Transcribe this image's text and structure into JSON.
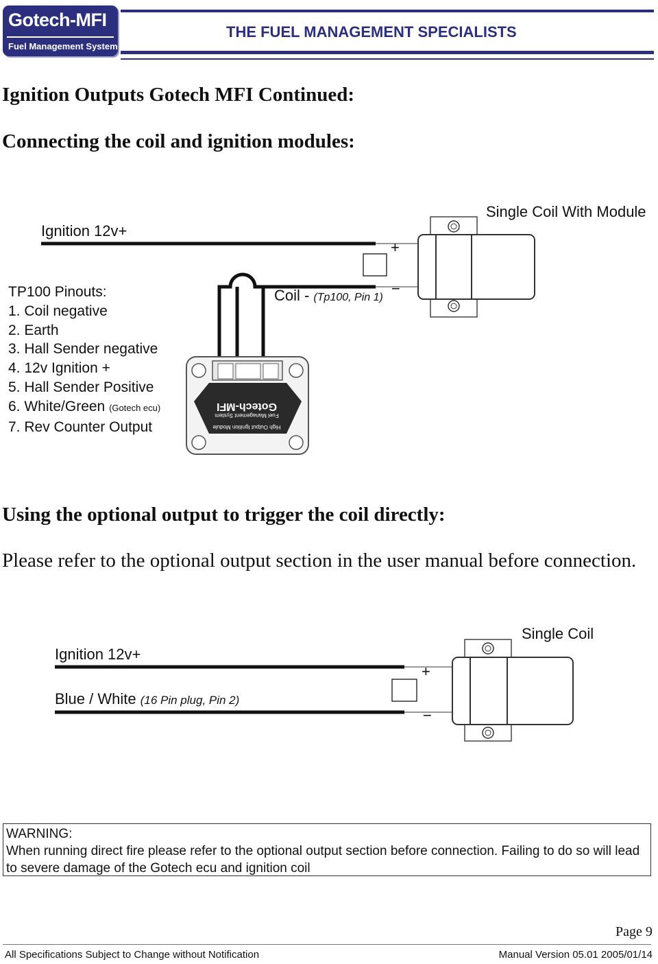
{
  "header": {
    "logo_name": "Gotech-MFI",
    "logo_sub": "Fuel Management System",
    "tagline": "THE FUEL MANAGEMENT SPECIALISTS"
  },
  "headings": {
    "title": "Ignition Outputs Gotech MFI Continued:",
    "subtitle": "Connecting the coil and ignition modules:",
    "optional": "Using the optional output to trigger the coil directly:",
    "optional_note": "Please refer to the optional output section in the user manual before connection."
  },
  "diagram1": {
    "ignition_label": "Ignition 12v+",
    "coil_title": "Single Coil With Module",
    "coil_wire_label": "Coil - ",
    "coil_wire_detail": "(Tp100, Pin 1)",
    "plus": "+",
    "minus": "−",
    "module_brand": "Gotech-MFI",
    "module_line1": "Fuel Management System",
    "module_line2": "High Output Ignition Module",
    "pinouts_title": "TP100 Pinouts:",
    "pinouts": [
      "1. Coil negative",
      "2. Earth",
      "3. Hall Sender negative",
      "4. 12v Ignition +",
      "5. Hall Sender Positive",
      "6. White/Green",
      "7. Rev Counter Output"
    ],
    "pinout6_note": "(Gotech ecu)"
  },
  "diagram2": {
    "ignition_label": "Ignition 12v+",
    "coil_title": "Single Coil",
    "wire_label": "Blue / White ",
    "wire_detail": "(16 Pin plug, Pin 2)",
    "plus": "+",
    "minus": "−"
  },
  "warning": {
    "title": "WARNING:",
    "text": "When running direct fire please refer to the optional output section before connection. Failing to do so will lead to severe damage of the Gotech ecu and ignition coil"
  },
  "footer": {
    "page": "Page 9",
    "left": "All Specifications Subject to Change without Notification",
    "right": "Manual Version 05.01 2005/01/14"
  }
}
